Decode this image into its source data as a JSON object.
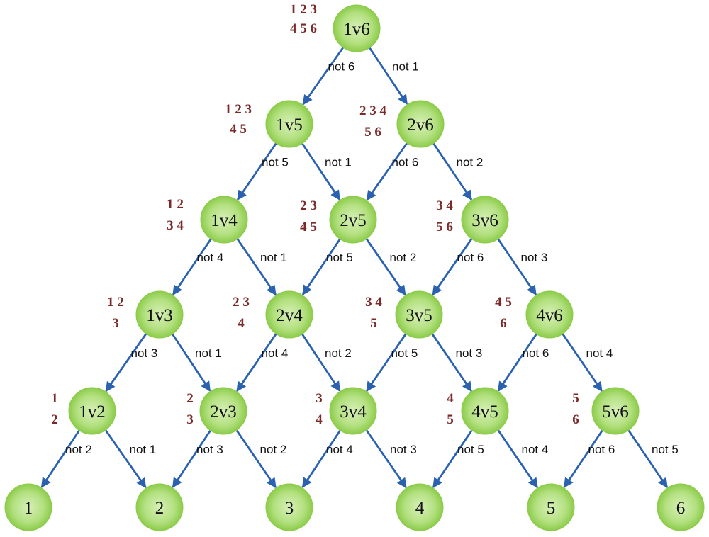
{
  "nodes": [
    {
      "id": "1v6",
      "label": "1v6",
      "candidates": [
        "1 2 3",
        "4 5 6"
      ]
    },
    {
      "id": "1v5",
      "label": "1v5",
      "candidates": [
        "1 2 3",
        "4 5"
      ]
    },
    {
      "id": "2v6",
      "label": "2v6",
      "candidates": [
        "2 3 4",
        "5 6"
      ]
    },
    {
      "id": "1v4",
      "label": "1v4",
      "candidates": [
        "1 2",
        "3 4"
      ]
    },
    {
      "id": "2v5",
      "label": "2v5",
      "candidates": [
        "2 3",
        "4 5"
      ]
    },
    {
      "id": "3v6",
      "label": "3v6",
      "candidates": [
        "3 4",
        "5 6"
      ]
    },
    {
      "id": "1v3",
      "label": "1v3",
      "candidates": [
        "1 2",
        "3"
      ]
    },
    {
      "id": "2v4",
      "label": "2v4",
      "candidates": [
        "2 3",
        "4"
      ]
    },
    {
      "id": "3v5",
      "label": "3v5",
      "candidates": [
        "3 4",
        "5"
      ]
    },
    {
      "id": "4v6",
      "label": "4v6",
      "candidates": [
        "4 5",
        "6"
      ]
    },
    {
      "id": "1v2",
      "label": "1v2",
      "candidates": [
        "1",
        "2"
      ]
    },
    {
      "id": "2v3",
      "label": "2v3",
      "candidates": [
        "2",
        "3"
      ]
    },
    {
      "id": "3v4",
      "label": "3v4",
      "candidates": [
        "3",
        "4"
      ]
    },
    {
      "id": "4v5",
      "label": "4v5",
      "candidates": [
        "4",
        "5"
      ]
    },
    {
      "id": "5v6",
      "label": "5v6",
      "candidates": [
        "5",
        "6"
      ]
    },
    {
      "id": "c1",
      "label": "1",
      "candidates": []
    },
    {
      "id": "c2",
      "label": "2",
      "candidates": []
    },
    {
      "id": "c3",
      "label": "3",
      "candidates": []
    },
    {
      "id": "c4",
      "label": "4",
      "candidates": []
    },
    {
      "id": "c5",
      "label": "5",
      "candidates": []
    },
    {
      "id": "c6",
      "label": "6",
      "candidates": []
    }
  ],
  "edges": [
    {
      "from": "1v6",
      "to": "1v5",
      "label": "not 6"
    },
    {
      "from": "1v6",
      "to": "2v6",
      "label": "not 1"
    },
    {
      "from": "1v5",
      "to": "1v4",
      "label": "not 5"
    },
    {
      "from": "1v5",
      "to": "2v5",
      "label": "not 1"
    },
    {
      "from": "2v6",
      "to": "2v5",
      "label": "not 6"
    },
    {
      "from": "2v6",
      "to": "3v6",
      "label": "not 2"
    },
    {
      "from": "1v4",
      "to": "1v3",
      "label": "not 4"
    },
    {
      "from": "1v4",
      "to": "2v4",
      "label": "not 1"
    },
    {
      "from": "2v5",
      "to": "2v4",
      "label": "not 5"
    },
    {
      "from": "2v5",
      "to": "3v5",
      "label": "not 2"
    },
    {
      "from": "3v6",
      "to": "3v5",
      "label": "not 6"
    },
    {
      "from": "3v6",
      "to": "4v6",
      "label": "not 3"
    },
    {
      "from": "1v3",
      "to": "1v2",
      "label": "not 3"
    },
    {
      "from": "1v3",
      "to": "2v3",
      "label": "not 1"
    },
    {
      "from": "2v4",
      "to": "2v3",
      "label": "not 4"
    },
    {
      "from": "2v4",
      "to": "3v4",
      "label": "not 2"
    },
    {
      "from": "3v5",
      "to": "3v4",
      "label": "not 5"
    },
    {
      "from": "3v5",
      "to": "4v5",
      "label": "not 3"
    },
    {
      "from": "4v6",
      "to": "4v5",
      "label": "not 6"
    },
    {
      "from": "4v6",
      "to": "5v6",
      "label": "not 4"
    },
    {
      "from": "1v2",
      "to": "c1",
      "label": "not 2"
    },
    {
      "from": "1v2",
      "to": "c2",
      "label": "not 1"
    },
    {
      "from": "2v3",
      "to": "c2",
      "label": "not 3"
    },
    {
      "from": "2v3",
      "to": "c3",
      "label": "not 2"
    },
    {
      "from": "3v4",
      "to": "c3",
      "label": "not 4"
    },
    {
      "from": "3v4",
      "to": "c4",
      "label": "not 3"
    },
    {
      "from": "4v5",
      "to": "c4",
      "label": "not 5"
    },
    {
      "from": "4v5",
      "to": "c5",
      "label": "not 4"
    },
    {
      "from": "5v6",
      "to": "c5",
      "label": "not 6"
    },
    {
      "from": "5v6",
      "to": "c6",
      "label": "not 5"
    }
  ],
  "colors": {
    "node_fill_light": "#d8f0b8",
    "node_fill_dark": "#8ccc4a",
    "edge": "#2a62b0",
    "candidates_text": "#7a2a28"
  }
}
